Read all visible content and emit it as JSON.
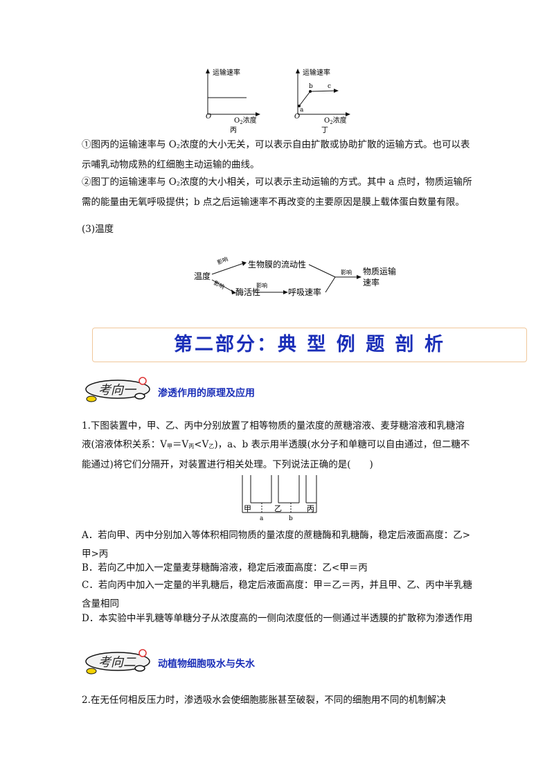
{
  "graphs": {
    "left": {
      "y_label": "运输速率",
      "x_label_prefix": "O",
      "x_label_sub": "2",
      "x_label_suffix": "浓度",
      "origin": "O",
      "caption": "丙"
    },
    "right": {
      "y_label": "运输速率",
      "x_label_prefix": "O",
      "x_label_sub": "2",
      "x_label_suffix": "浓度",
      "origin": "O",
      "caption": "丁",
      "point_a": "a",
      "point_b": "b",
      "point_c": "c"
    }
  },
  "notes": {
    "p1_before": "①图丙的运输速率与 O",
    "p1_sub": "2",
    "p1_after": "浓度的大小无关，可以表示自由扩散或协助扩散的运输方式。也可以表示哺乳动物成熟的红细胞主动运输的曲线。",
    "p2_before": "②图丁的运输速率与 O",
    "p2_sub": "2",
    "p2_after": "浓度的大小相关，可以表示主动运输的方式。其中 a 点时，物质运输所需的能量由无氧呼吸提供；b 点之后运输速率不再改变的主要原因是膜上载体蛋白数量有限。",
    "p3": "(3)温度"
  },
  "flow": {
    "temperature": "温度",
    "membrane_fluidity": "生物膜的流动性",
    "enzyme_activity": "酶活性",
    "respiration_rate": "呼吸速率",
    "result_line1": "物质运输",
    "result_line2": "速率",
    "influence": "影响"
  },
  "banner": {
    "title": "第二部分：典 型 例 题 剖 析"
  },
  "topic1": {
    "badge": "考向一",
    "title": "渗透作用的原理及应用"
  },
  "q1": {
    "stem_part1": "1.下图装置中，甲、乙、丙中分别放置了相等物质的量浓度的蔗糖溶液、麦芽糖溶液和乳糖溶液(溶液体积关系：V",
    "sub_jia": "甲",
    "stem_eq": "＝V",
    "sub_bing": "丙",
    "stem_lt": "<V",
    "sub_yi": "乙",
    "stem_part2": ")，a、b 表示用半透膜(水分子和单糖可以自由通过，但二糖不能通过)将它们分隔开，对装置进行相关处理。下列说法正确的是(　　)",
    "figure": {
      "jia": "甲",
      "yi": "乙",
      "bing": "丙",
      "a": "a",
      "b": "b"
    },
    "option_a": "A．若向甲、丙中分别加入等体积相同物质的量浓度的蔗糖酶和乳糖酶，稳定后液面高度：乙>甲>丙",
    "option_b": "B．若向乙中加入一定量麦芽糖酶溶液，稳定后液面高度：乙<甲＝丙",
    "option_c": "C．若向丙中加入一定量的半乳糖后，稳定后液面高度：甲＝乙＝丙，并且甲、乙、丙中半乳糖含量相同",
    "option_d": "D．本实验中半乳糖等单糖分子从浓度高的一侧向浓度低的一侧通过半透膜的扩散称为渗透作用"
  },
  "topic2": {
    "badge": "考向二",
    "title": "动植物细胞吸水与失水"
  },
  "q2": {
    "stem": "2.在无任何相反压力时，渗透吸水会使细胞膨胀甚至破裂，不同的细胞用不同的机制解决"
  }
}
